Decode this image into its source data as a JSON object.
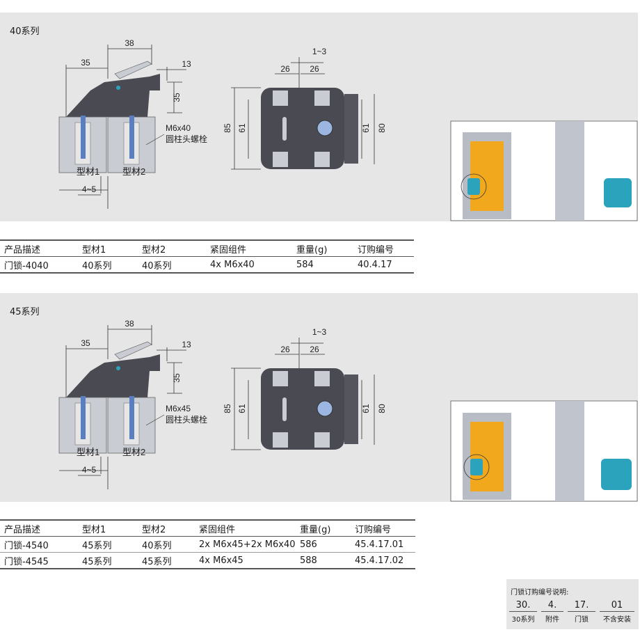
{
  "sections": [
    {
      "series": "40系列",
      "dims": {
        "w38": "38",
        "w35": "35",
        "w13": "13",
        "h35": "35",
        "w26a": "26",
        "w26b": "26",
        "gap": "1~3",
        "h85": "85",
        "h61a": "61",
        "h61b": "61",
        "h80": "80",
        "off": "4~5"
      },
      "profile1": "型材1",
      "profile2": "型材2",
      "bolt_line1": "M6x40",
      "bolt_line2": "圆柱头螺栓",
      "table": {
        "headers": [
          "产品描述",
          "型材1",
          "型材2",
          "紧固组件",
          "重量(g)",
          "订购编号"
        ],
        "rows": [
          [
            "门锁-4040",
            "40系列",
            "40系列",
            "4x M6x40",
            "584",
            "40.4.17"
          ]
        ]
      }
    },
    {
      "series": "45系列",
      "dims": {
        "w38": "38",
        "w35": "35",
        "w13": "13",
        "h35": "35",
        "w26a": "26",
        "w26b": "26",
        "gap": "1~3",
        "h85": "85",
        "h61a": "61",
        "h61b": "61",
        "h80": "80",
        "off": "4~5"
      },
      "profile1": "型材1",
      "profile2": "型材2",
      "bolt_line1": "M6x45",
      "bolt_line2": "圆柱头螺栓",
      "table": {
        "headers": [
          "产品描述",
          "型材1",
          "型材2",
          "紧固组件",
          "重量(g)",
          "订购编号"
        ],
        "rows": [
          [
            "门锁-4540",
            "45系列",
            "40系列",
            "2x M6x45+2x M6x40",
            "586",
            "45.4.17.01"
          ],
          [
            "门锁-4545",
            "45系列",
            "45系列",
            "4x M6x45",
            "588",
            "45.4.17.02"
          ]
        ]
      }
    }
  ],
  "legend": {
    "title": "门锁订购编号说明:",
    "segments": [
      {
        "code": "30.",
        "desc": "30系列"
      },
      {
        "code": "4.",
        "desc": "附件"
      },
      {
        "code": "17.",
        "desc": "门锁"
      },
      {
        "code": "01",
        "desc": "不含安装"
      }
    ]
  },
  "colors": {
    "panel_bg": "#e6e6e6",
    "lock_body": "#4a4b52",
    "profile": "#c9ccd2",
    "screw": "#5a7fc0",
    "door_glass": "#f2a81d",
    "lock_blue": "#2ba3bd"
  }
}
